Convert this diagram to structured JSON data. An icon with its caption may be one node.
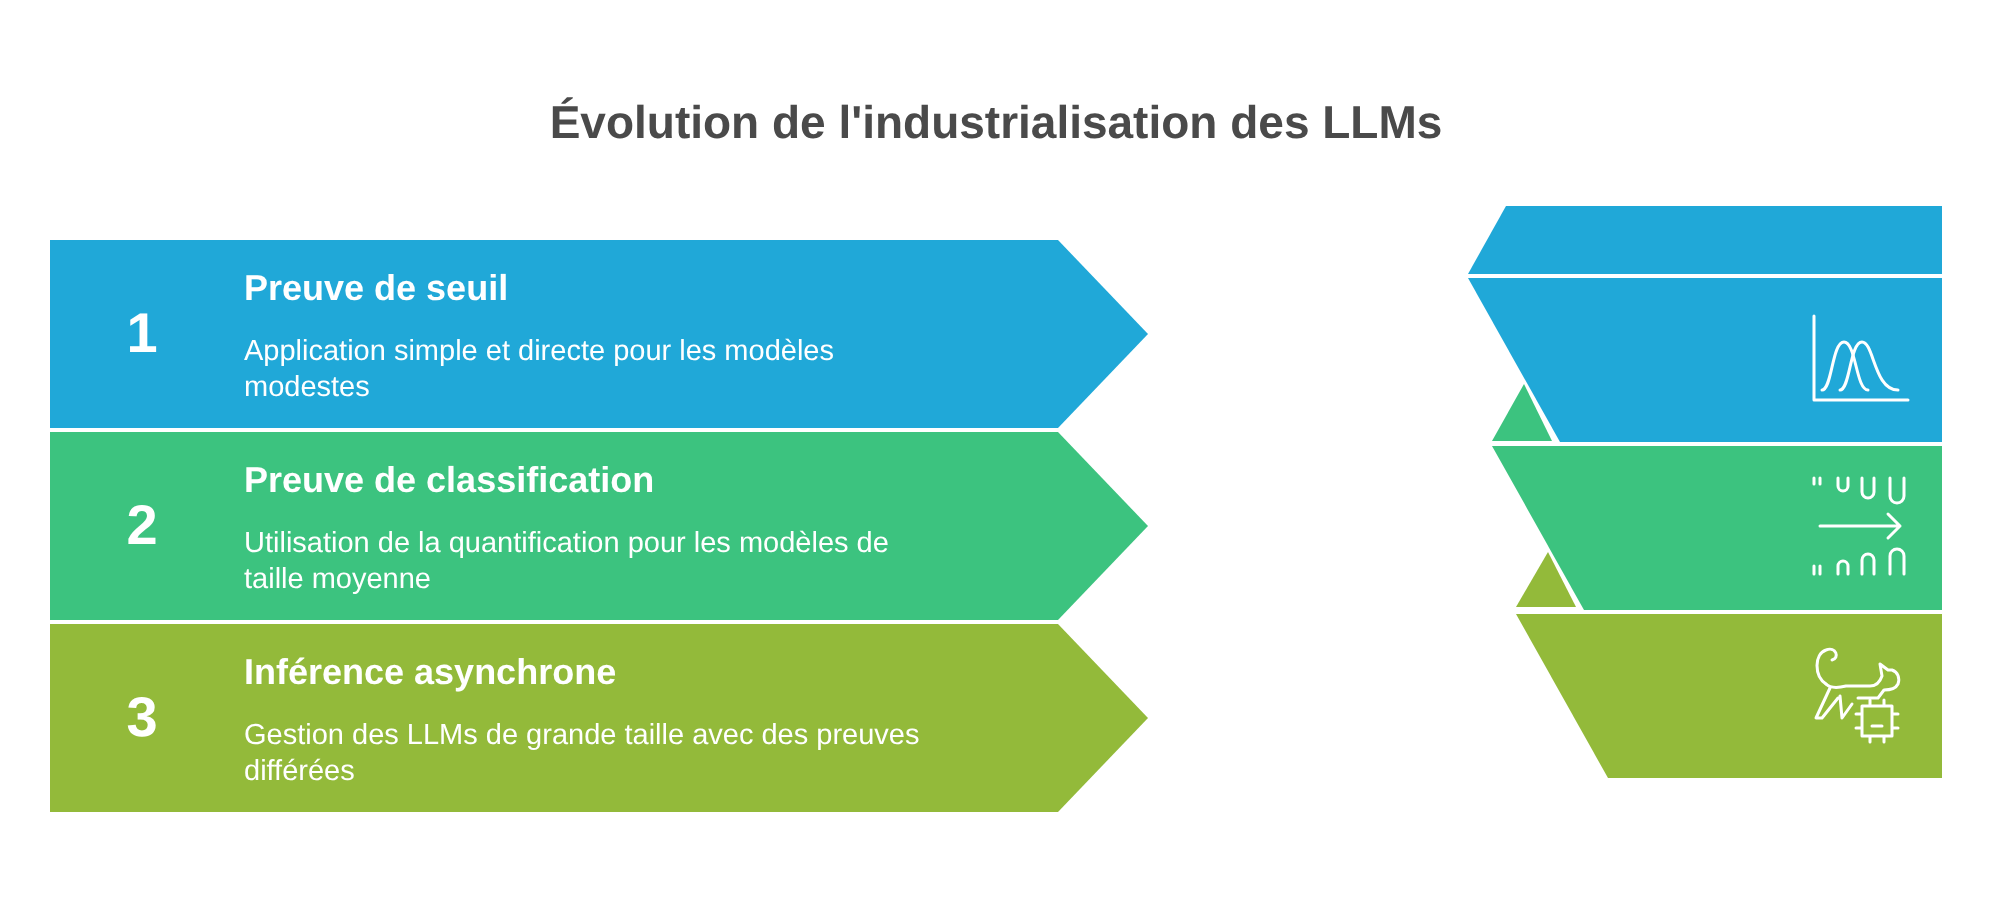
{
  "diagram": {
    "title": "Évolution de l'industrialisation des LLMs",
    "nodes": [
      {
        "text": [
          "1",
          "Preuve de seuil",
          "Application simple et directe pour les modèles modestes"
        ]
      },
      {
        "text": [
          "2",
          "Preuve de classification",
          "Utilisation de la quantification pour les modèles de taille moyenne"
        ]
      },
      {
        "text": [
          "3",
          "Inférence asynchrone",
          "Gestion des LLMs de grande taille avec des preuves différées"
        ]
      }
    ]
  }
}
